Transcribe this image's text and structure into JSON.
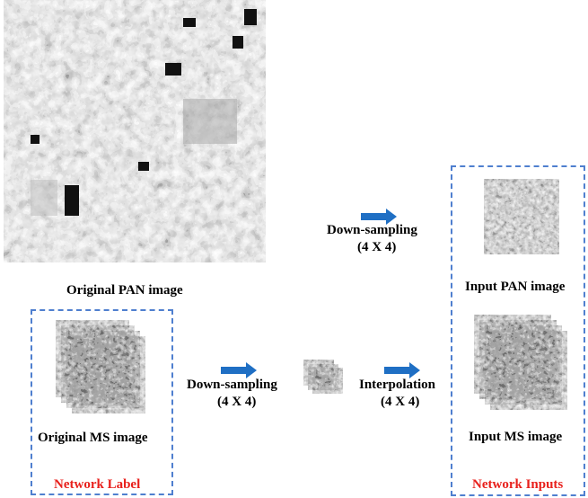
{
  "labels": {
    "original_pan": "Original PAN image",
    "original_ms": "Original MS image",
    "network_label": "Network Label",
    "downsampling_top_line1": "Down-sampling",
    "downsampling_top_line2": "(4 X 4)",
    "downsampling_bottom_line1": "Down-sampling",
    "downsampling_bottom_line2": "(4 X 4)",
    "interpolation_line1": "Interpolation",
    "interpolation_line2": "(4 X 4)",
    "input_pan": "Input PAN image",
    "input_ms": "Input MS image",
    "network_inputs": "Network Inputs"
  },
  "colors": {
    "arrow": "#1f6fc4",
    "dashed_border": "#4f7fcf",
    "highlight_text": "#e8201c"
  },
  "icons": {
    "pan_image": "satellite-pan-image",
    "ms_stack": "satellite-ms-image-stack",
    "arrow": "right-arrow-icon"
  }
}
